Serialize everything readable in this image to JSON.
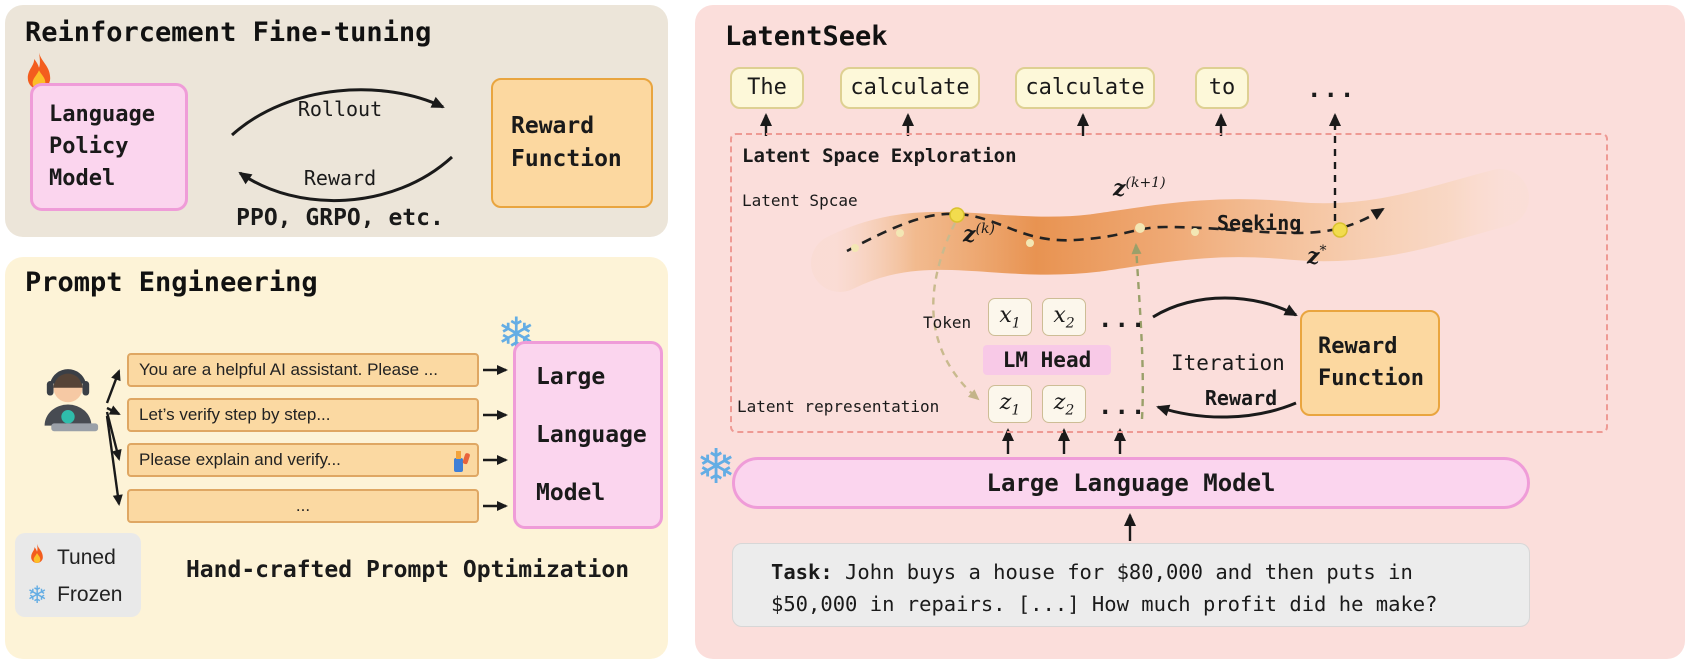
{
  "colors": {
    "rft_panel_bg": "#ece5d9",
    "prompt_panel_bg": "#fdf3d7",
    "latentseek_panel_bg": "#fbdedb",
    "pink_box": "#fbd5ee",
    "orange_box": "#fcd8a0",
    "token_box": "#fdf8d9",
    "snowflake_blue": "#64ade4",
    "ribbon_orange": "#e78f4a"
  },
  "icons": {
    "snowflake": "❄",
    "fire": "flame-icon",
    "person": "person-at-laptop-icon",
    "highlighter": "highlighter-icon"
  },
  "rft": {
    "title": "Reinforcement Fine-tuning",
    "policy_model_label": "Language\nPolicy\nModel",
    "rollout_label": "Rollout",
    "reward_label": "Reward",
    "reward_function_label": "Reward\nFunction",
    "algorithms_label": "PPO, GRPO, etc."
  },
  "prompt": {
    "title": "Prompt Engineering",
    "prompts": [
      "You are a helpful AI assistant. Please ...",
      "Let’s verify step by step...",
      "Please explain and verify...",
      "..."
    ],
    "llm_lines": [
      "Large",
      "Language",
      "Model"
    ],
    "legend_tuned": "Tuned",
    "legend_frozen": "Frozen",
    "caption": "Hand-crafted Prompt Optimization"
  },
  "latentseek": {
    "title": "LatentSeek",
    "tokens": [
      "The",
      "calculate",
      "calculate",
      "to"
    ],
    "tokens_ellipsis": "...",
    "exploration_title": "Latent Space Exploration",
    "latent_space_label": "Latent Spcae",
    "z_k": {
      "base": "z",
      "sup": "(k)"
    },
    "z_k1": {
      "base": "z",
      "sup": "(k+1)"
    },
    "z_star": {
      "base": "z",
      "sup": "*"
    },
    "seeking_label": "Seeking",
    "token_label": "Token",
    "x1": {
      "base": "x",
      "sub": "1"
    },
    "x2": {
      "base": "x",
      "sub": "2"
    },
    "x_ellipsis": "...",
    "lm_head_label": "LM Head",
    "iteration_label": "Iteration",
    "reward_function_label": "Reward\nFunction",
    "reward_label": "Reward",
    "latent_repr_label": "Latent representation",
    "z1": {
      "base": "z",
      "sub": "1"
    },
    "z2": {
      "base": "z",
      "sub": "2"
    },
    "z_ellipsis": "...",
    "llm_label": "Large Language Model",
    "task_bold": "Task:",
    "task_line1": " John buys a house for $80,000 and then puts in",
    "task_line2": "$50,000 in repairs. [...] How much profit did he make?"
  }
}
